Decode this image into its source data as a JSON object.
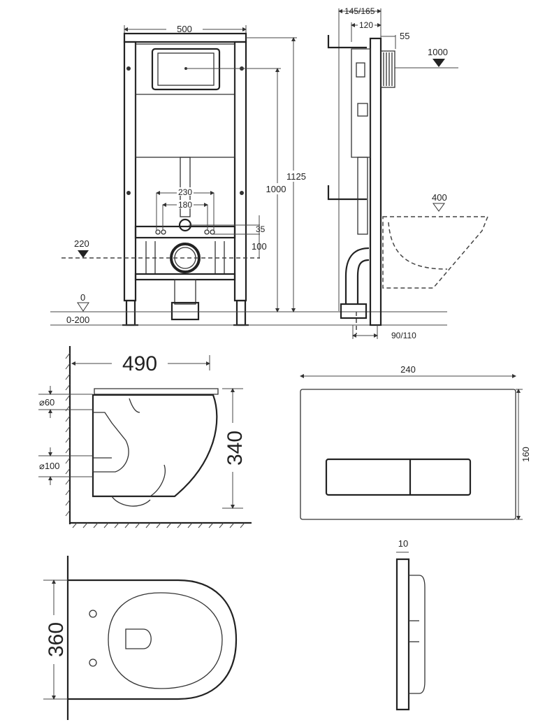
{
  "front_view": {
    "width_label": "500",
    "height_total_label": "1125",
    "height_button_label": "1000",
    "bolt_outer_label": "230",
    "bolt_inner_label": "180",
    "offset_35_label": "35",
    "offset_100_label": "100",
    "drain_level_label": "220",
    "floor_level_label": "0",
    "leg_adjust_label": "0-200"
  },
  "side_view": {
    "depth_label": "145/165",
    "depth_inner_label": "120",
    "wall_label": "55",
    "button_level_label": "1000",
    "bowl_level_label": "400",
    "foot_label": "90/110"
  },
  "toilet_side": {
    "length_label": "490",
    "inlet_label": "⌀60",
    "outlet_label": "⌀100",
    "height_label": "340"
  },
  "flush_plate": {
    "width_label": "240",
    "height_label": "160",
    "thickness_label": "10"
  },
  "toilet_top": {
    "width_label": "360"
  }
}
